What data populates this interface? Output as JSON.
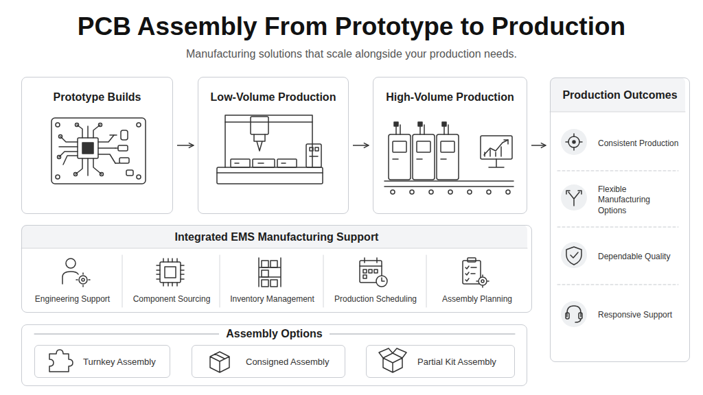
{
  "diagram": {
    "title": "PCB Assembly From Prototype to Production",
    "nodes": [
      {
        "text": [
          "Prototype Builds"
        ]
      },
      {
        "text": [
          "Low-Volume Production"
        ]
      },
      {
        "text": [
          "High-Volume Production"
        ]
      },
      {
        "text": [
          "Production Outcomes"
        ]
      },
      {
        "text": [
          "Consistent Production"
        ],
        "in": 3
      },
      {
        "text": [
          "Flexible Manufacturing Options"
        ],
        "in": 3
      },
      {
        "text": [
          "Dependable Quality"
        ],
        "in": 3
      },
      {
        "text": [
          "Responsive Support"
        ],
        "in": 3
      },
      {
        "text": [
          "Integrated EMS Manufacturing Support"
        ]
      },
      {
        "text": [
          "Engineering Support"
        ],
        "in": 8
      },
      {
        "text": [
          "Component Sourcing"
        ],
        "in": 8
      },
      {
        "text": [
          "Inventory Management"
        ],
        "in": 8
      },
      {
        "text": [
          "Production Scheduling"
        ],
        "in": 8
      },
      {
        "text": [
          "Assembly Planning"
        ],
        "in": 8
      },
      {
        "text": [
          "Assembly Options"
        ]
      },
      {
        "text": [
          "Turnkey Assembly"
        ],
        "in": 14
      },
      {
        "text": [
          "Consigned Assembly"
        ],
        "in": 14
      },
      {
        "text": [
          "Partial Kit Assembly"
        ],
        "in": 14
      }
    ],
    "edges": [
      {
        "from": 0,
        "to": 1,
        "arrow": "to"
      },
      {
        "from": 1,
        "to": 2,
        "arrow": "to"
      },
      {
        "from": 2,
        "to": 3,
        "arrow": "to"
      }
    ],
    "labels": [
      "Manufacturing solutions that scale alongside your production needs."
    ]
  }
}
